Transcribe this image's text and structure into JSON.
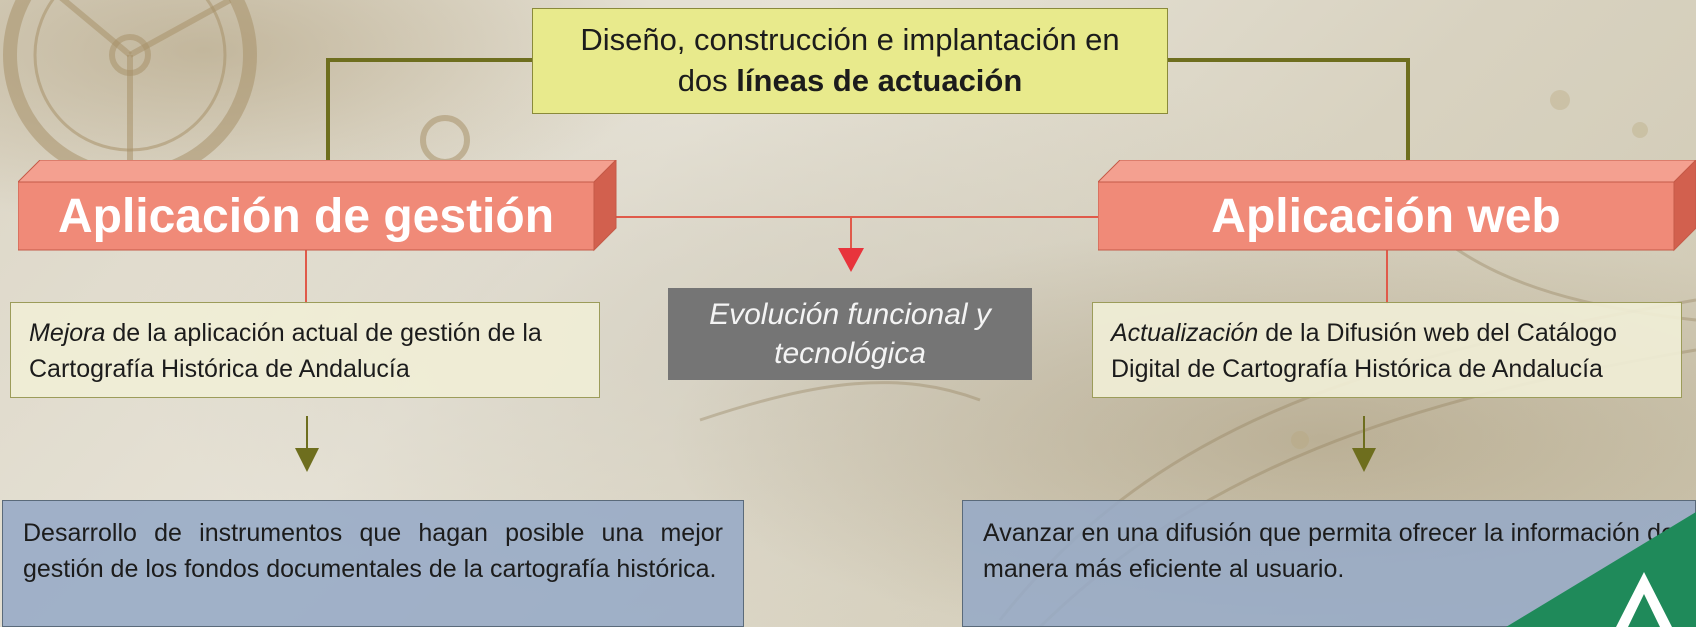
{
  "title": {
    "line1": "Diseño, construcción e implantación en",
    "line2_plain": "dos ",
    "line2_bold": "líneas de actuación"
  },
  "left": {
    "heading": "Aplicación de gestión",
    "desc_italic": "Mejora",
    "desc_rest": " de la aplicación actual de gestión de la Cartografía Histórica de Andalucía",
    "goal": "Desarrollo de instrumentos que hagan posible una mejor gestión de los fondos documentales de la cartografía histórica."
  },
  "right": {
    "heading": "Aplicación web",
    "desc_italic": "Actualización",
    "desc_rest": " de la Difusión web del Catálogo Digital de Cartografía Histórica de Andalucía",
    "goal": "Avanzar en una difusión que permita ofrecer la información de manera más eficiente al usuario."
  },
  "center": {
    "line1": "Evolución funcional y",
    "line2": "tecnológica"
  },
  "colors": {
    "heading_face": "#f08a78",
    "heading_top": "#f4a090",
    "heading_side": "#d2604e",
    "connector": "#6e6e1e",
    "red_arrow": "#e8343c",
    "olive_arrow": "#6e6e1e",
    "logo_green": "#1f8a5a"
  }
}
